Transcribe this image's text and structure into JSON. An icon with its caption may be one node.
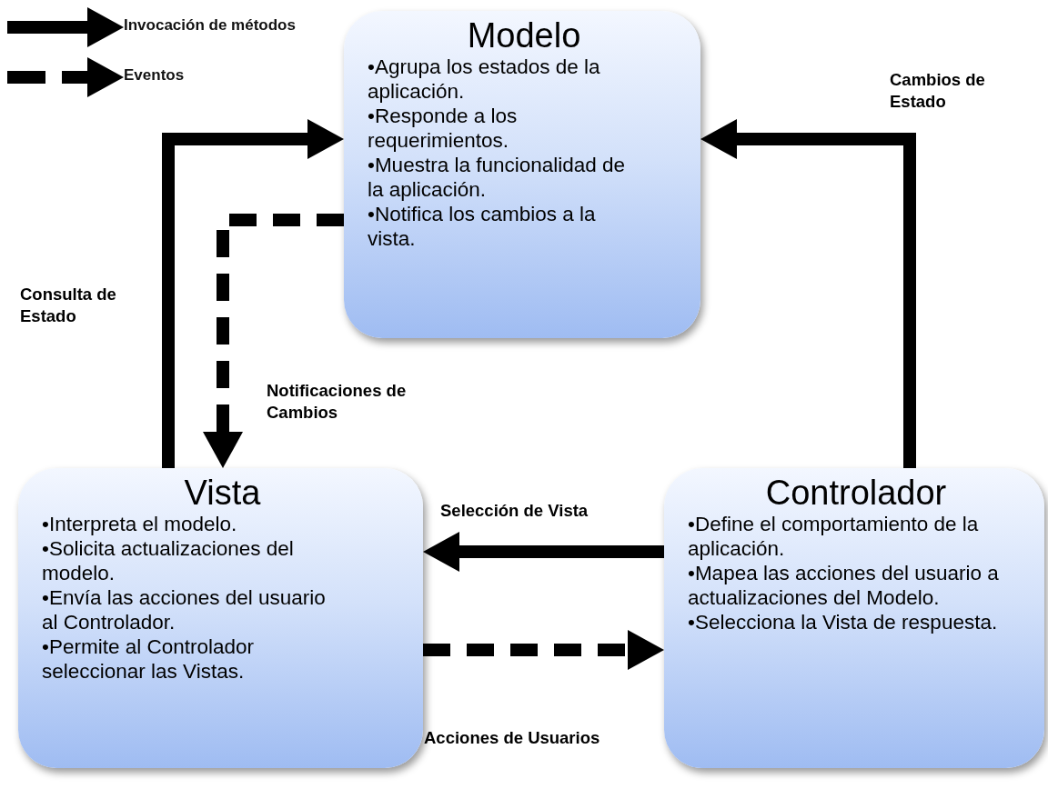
{
  "diagram": {
    "nodes": [
      {
        "text": [
          "Modelo",
          "•Agrupa los estados de la aplicación.",
          "•Responde a los requerimientos.",
          "•Muestra la funcionalidad de la aplicación.",
          "•Notifica los cambios a la vista."
        ]
      },
      {
        "text": [
          "Vista",
          "•Interpreta el modelo.",
          "•Solicita actualizaciones del modelo.",
          "•Envía las acciones del usuario al Controlador.",
          "•Permite al Controlador seleccionar las Vistas."
        ]
      },
      {
        "text": [
          "Controlador",
          "•Define el comportamiento de la aplicación.",
          "•Mapea las acciones del usuario a actualizaciones del Modelo.",
          "•Selecciona la Vista de respuesta."
        ]
      }
    ],
    "edges": [
      {
        "from": 1,
        "to": 0,
        "arrow": "to",
        "label": "Consulta de Estado"
      },
      {
        "from": 0,
        "to": 1,
        "arrow": "to",
        "label": "Notificaciones de Cambios",
        "style": "dashed"
      },
      {
        "from": 2,
        "to": 0,
        "arrow": "to",
        "label": "Cambios de Estado"
      },
      {
        "from": 2,
        "to": 1,
        "arrow": "to",
        "label": "Selección de Vista"
      },
      {
        "from": 1,
        "to": 2,
        "arrow": "to",
        "label": "Acciones de Usuarios",
        "style": "dashed"
      }
    ],
    "legend": [
      {
        "text": "Invocación de métodos"
      },
      {
        "text": "Eventos"
      }
    ]
  }
}
